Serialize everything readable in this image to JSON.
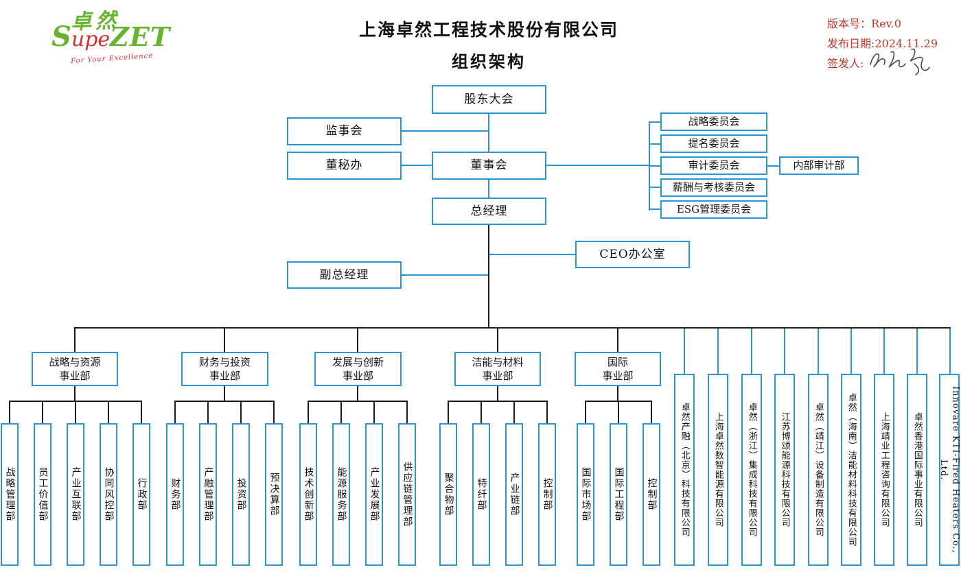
{
  "brand": {
    "logo_cn": "卓然",
    "logo_s": "S",
    "logo_upe": "upe",
    "logo_zet": "ZET",
    "tagline": "For Your Excellence"
  },
  "title": {
    "line1": "上海卓然工程技术股份有限公司",
    "line2": "组织架构"
  },
  "meta": {
    "version_label": "版本号：",
    "version_value": "Rev.0",
    "date_label": "发布日期:",
    "date_value": "2024.11.29",
    "signer_label": "签发人:"
  },
  "org": {
    "shareholders": "股东大会",
    "supervisory_board": "监事会",
    "board_secretary_office": "董秘办",
    "board": "董事会",
    "committees": [
      "战略委员会",
      "提名委员会",
      "审计委员会",
      "薪酬与考核委员会",
      "ESG管理委员会"
    ],
    "internal_audit": "内部审计部",
    "general_manager": "总经理",
    "ceo_office": "CEO办公室",
    "deputy_general_manager": "副总经理",
    "divisions": [
      {
        "name_line1": "战略与资源",
        "name_line2": "事业部",
        "departments": [
          "战略管理部",
          "员工价值部",
          "产业互联部",
          "协同风控部",
          "行政部"
        ]
      },
      {
        "name_line1": "财务与投资",
        "name_line2": "事业部",
        "departments": [
          "财务部",
          "产融管理部",
          "投资部",
          "预决算部"
        ]
      },
      {
        "name_line1": "发展与创新",
        "name_line2": "事业部",
        "departments": [
          "技术创新部",
          "能源服务部",
          "产业发展部",
          "供应链管理部"
        ]
      },
      {
        "name_line1": "洁能与材料",
        "name_line2": "事业部",
        "departments": [
          "聚合物部",
          "特纤部",
          "产业链部",
          "控制部"
        ]
      },
      {
        "name_line1": "国际",
        "name_line2": "事业部",
        "departments": [
          "国际市场部",
          "国际工程部",
          "控制部"
        ]
      }
    ],
    "subsidiaries": [
      "卓然产融（北京）科技有限公司",
      "上海卓然数智能源有限公司",
      "卓然（浙江）集成科技有限公司",
      "江苏博颂能源科技有限公司",
      "卓然（靖江）设备制造有限公司",
      "卓然（海南）洁能材料科技有限公司",
      "上海靖业工程咨询有限公司",
      "卓然香港国际事业有限公司",
      "Innovare KTI-Fired Heaters Co., Ltd."
    ]
  },
  "colors": {
    "box_border_blue": "#2b96d0",
    "connector_black": "#1a1a1a",
    "meta_red": "#c0392b",
    "brand_green": "#67b42f",
    "brand_red": "#d22f2f"
  }
}
